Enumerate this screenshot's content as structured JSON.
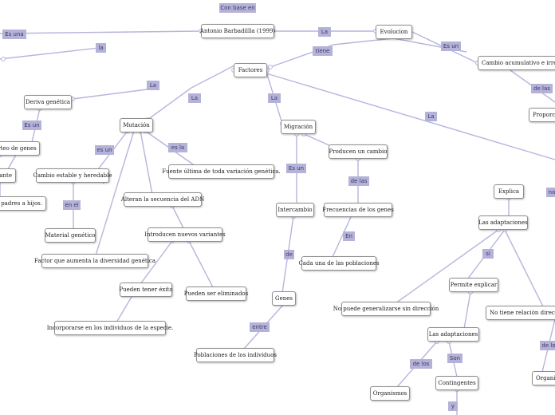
{
  "diagram": {
    "colors": {
      "line": "#b7b5dc",
      "label_bg": "#b4b2d8",
      "label_text": "#3b3a66",
      "node_border": "#8e8e8e"
    },
    "nodes": {
      "antonio": "Antonio Barbadillla (1999)",
      "evolucion": "Evolucion",
      "cambio_acumulativo": "Cambio acumulativo e irreversible",
      "factores": "Factores",
      "proporcion": "Proporcion",
      "deriva": "Deriva genética",
      "sorteo": "Sorteo de genes",
      "cante": "cante",
      "padres_hijos": "de los padres a hijos.",
      "mutacion": "Mutación",
      "migracion": "Migración",
      "cambio_estable": "Cambio estable y heredable",
      "fuente_ultima": "Fuente última de toda variación genética.",
      "producen_cambio": "Producen un cambio",
      "alteran": "Alteran la secuencia del ADN",
      "explica": "Explica",
      "material_genetico": "Material genético",
      "introducen": "Introducen nuevos variantes",
      "intercambio": "Intercambio",
      "frecuencias": "Frecuencias de los genes",
      "adaptaciones1": "Las adaptaciones",
      "factor_aumenta": "Factor que aumenta la diversidad genética",
      "cada_una": "Cada una de las poblaciones",
      "pueden_tener_exito": "Pueden tener éxito",
      "pueden_ser_eliminados": "Pueden ser eliminados",
      "genes": "Genes",
      "permite_explicar": "Permite explicar",
      "no_generalizarse": "No puede generalizarse sin dirección",
      "no_relacion": "No tiene relación directa con",
      "incorporarse": "Incorporarse en los individuos de la especie.",
      "adaptaciones2": "Las adaptaciones",
      "poblaciones_individuos": "Poblaciones de los individuos",
      "organismos": "Organismos",
      "contingentes": "Contingentes",
      "organi": "Organi"
    },
    "labels": {
      "con_base_en": "Con base en",
      "es_una": "Es una",
      "la_left": "la",
      "la_evol": "La",
      "tiene": "tiene",
      "es_un_cambio": "Es un",
      "de_las": "de las",
      "la_deriva": "La",
      "la_mutacion": "La",
      "la_migracion": "La",
      "la_explica": "La",
      "es_un_sorteo": "Es un",
      "es_un_cambio_estable": "es un",
      "es_la": "es la",
      "en_el": "en el",
      "es_un_intercambio": "Es un",
      "de_las_frec": "de las",
      "en": "En",
      "no": "no",
      "si": "si",
      "de": "de",
      "entre": "entre",
      "de_los_org": "de los",
      "son": "Son",
      "de_lo": "de lo",
      "y": "y"
    }
  }
}
